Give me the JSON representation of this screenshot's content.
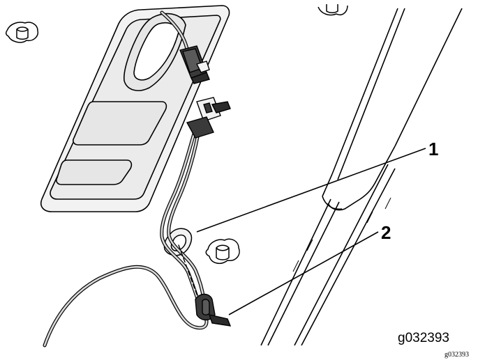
{
  "callouts": [
    {
      "number": "1",
      "target": "mounting hole"
    },
    {
      "number": "2",
      "target": "harness clip"
    }
  ],
  "figure_id": "g032393",
  "figure_id_small": "g032393",
  "colors": {
    "line": "#000000",
    "panel_fill": "#f2f2f2",
    "recess_fill": "#e6e6e6",
    "connector": "#3a3a3a",
    "wire": "#d9d9d9"
  }
}
